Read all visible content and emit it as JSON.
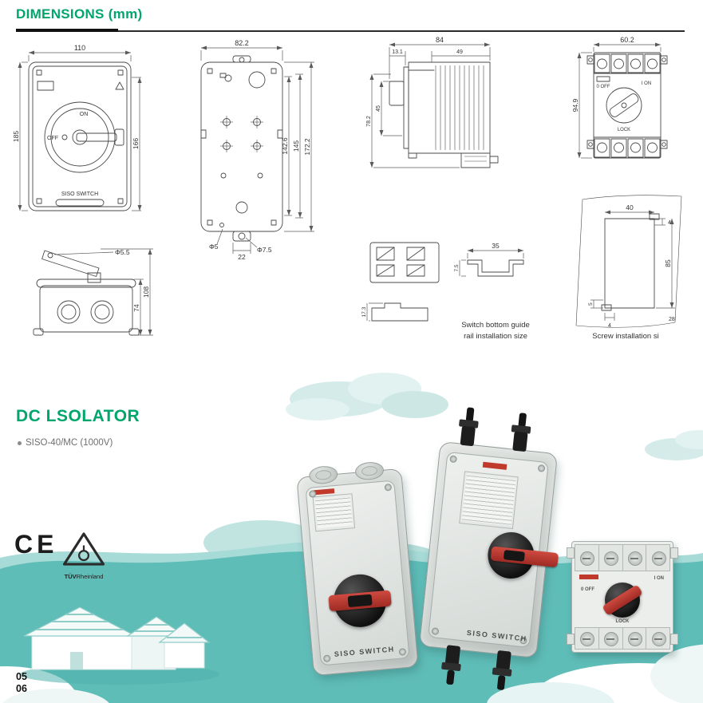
{
  "header": {
    "title": "DIMENSIONS (mm)"
  },
  "dims": {
    "front": {
      "w": "110",
      "h_left": "185",
      "h_right": "166",
      "on": "ON",
      "off": "OFF",
      "brand": "SISO SWITCH"
    },
    "plate": {
      "w": "82.2",
      "d1": "142.6",
      "d2": "145",
      "d3": "172.2",
      "hole_small": "Φ5",
      "hole_big": "Φ7.5",
      "pitch": "22"
    },
    "side": {
      "total": "84",
      "seg1": "13.1",
      "seg2": "49",
      "depth": "78.2",
      "inner": "45"
    },
    "din": {
      "w": "60.2",
      "h": "94.9",
      "on": "I ON",
      "off": "0 OFF",
      "lock": "LOCK"
    },
    "handle": {
      "dia": "Φ5.5",
      "total": "108",
      "body": "74"
    },
    "rail": {
      "w": "35",
      "depth": "7.5",
      "clip": "17.3",
      "caption1": "Switch bottom guide",
      "caption2": "rail installation size"
    },
    "screw": {
      "w": "40",
      "off_top": "4",
      "h": "85",
      "off_left": "5",
      "off_bottom": "4",
      "corner": "28",
      "caption": "Screw installation si"
    }
  },
  "product": {
    "title": "DC LSOLATOR",
    "model": "SISO-40/MC (1000V)",
    "ce": "CE",
    "tuv_bold": "TÜV",
    "tuv_rest": "Rheinland",
    "brand": "SISO SWITCH",
    "page_top": "05",
    "page_bottom": "06"
  }
}
